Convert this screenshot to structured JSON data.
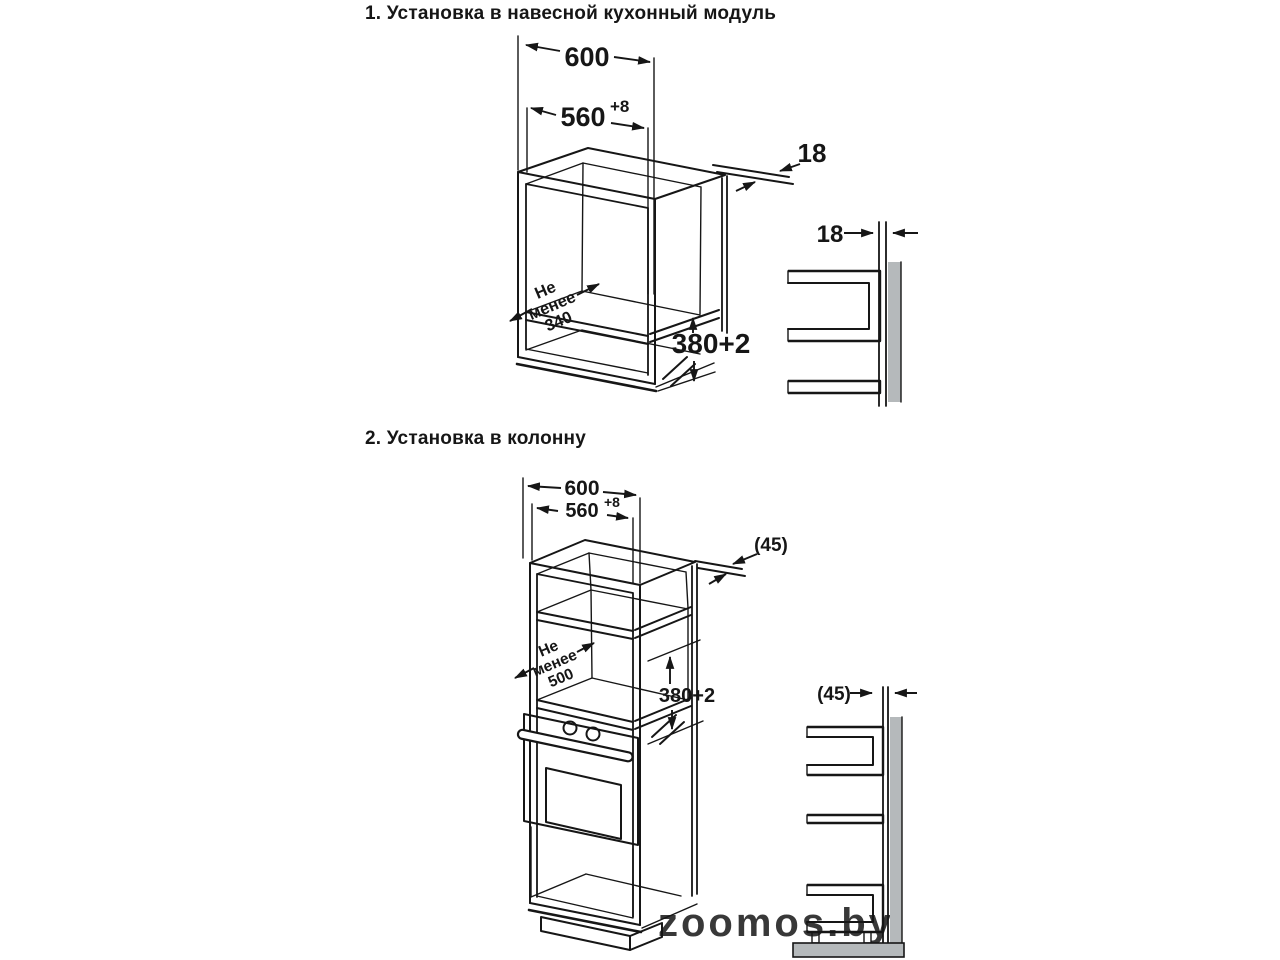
{
  "diagram1": {
    "title": "1. Установка в навесной кухонный модуль",
    "labels": {
      "outer_width": "600",
      "inner_width": "560",
      "inner_width_tolerance": "+8",
      "panel_thickness": "18",
      "wall_clearance": "18",
      "niche_height": "380+2",
      "min_depth": {
        "l1": "Не",
        "l2": "менее",
        "l3": "340"
      }
    }
  },
  "diagram2": {
    "title": "2. Установка в колонну",
    "labels": {
      "outer_width": "600",
      "inner_width": "560",
      "inner_width_tolerance": "+8",
      "rear_clearance": "(45)",
      "wall_clearance": "(45)",
      "niche_height": "380+2",
      "min_depth": {
        "l1": "Не",
        "l2": "менее",
        "l3": "500"
      }
    }
  },
  "watermark": {
    "text": "zoomos.by"
  },
  "colors": {
    "line": "#161616",
    "wall_fill": "#b5b9bb",
    "floor_fill": "#b5b9bb",
    "watermark": "#dcdcdc"
  }
}
